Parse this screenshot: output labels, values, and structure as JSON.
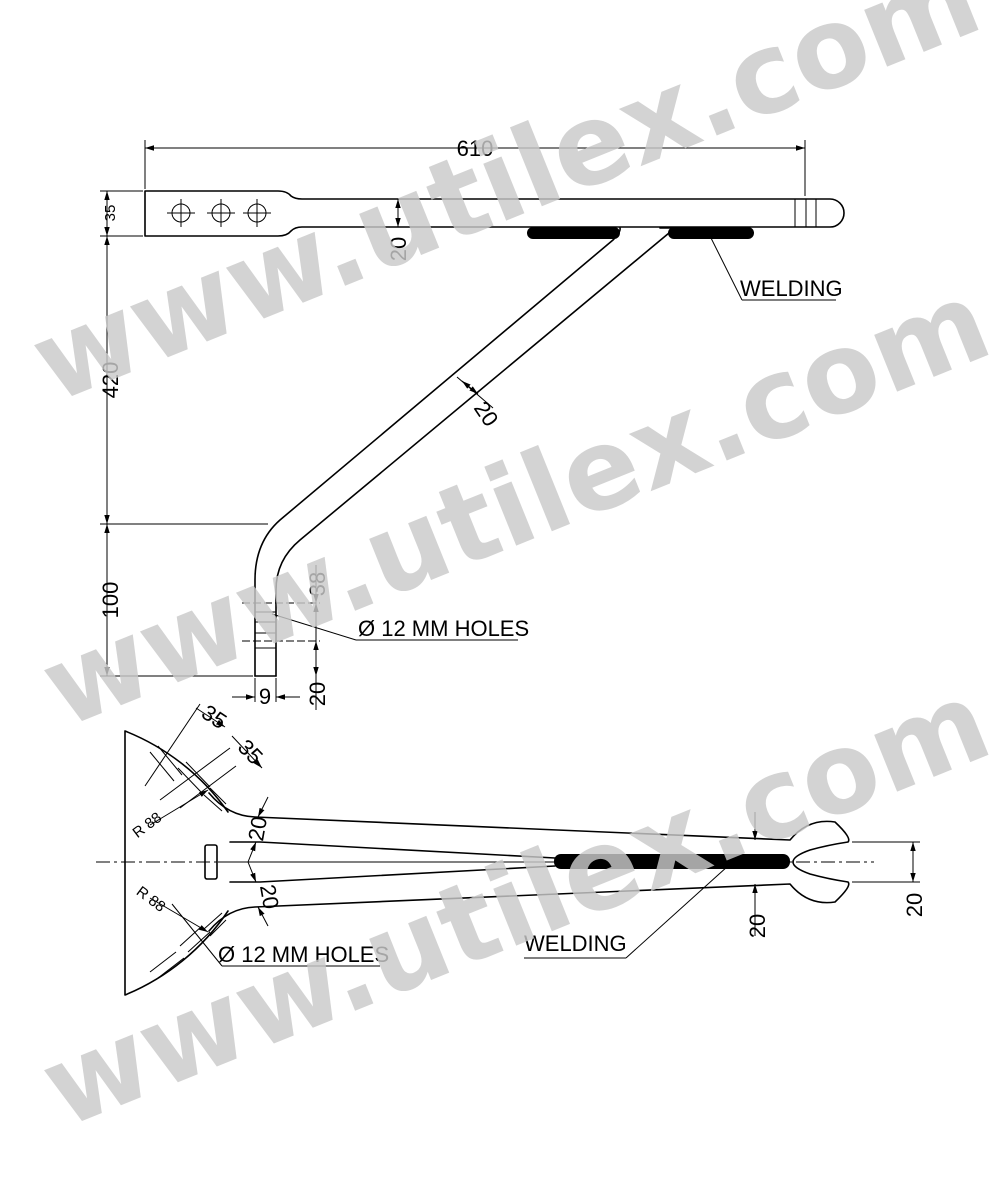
{
  "watermark": {
    "text": "www.utilex.com",
    "color": "#c9c9c9"
  },
  "side_view": {
    "dims": {
      "overall_length": "610",
      "flat_height": "35",
      "flat_thickness": "20",
      "drop_height": "420",
      "strut_thickness": "20",
      "foot_height": "100",
      "hole_pitch": "38",
      "foot_hole_offset": "20",
      "foot_width": "9"
    },
    "callouts": {
      "welding": "WELDING",
      "holes": "Ø 12 MM HOLES"
    }
  },
  "plan_view": {
    "dims": {
      "arc_hole_spacing_1": "35",
      "arc_hole_spacing_2": "35",
      "radius_upper": "R 88",
      "radius_lower": "R 88",
      "arm_width_upper": "20",
      "arm_width_lower": "20",
      "tip_thickness": "20",
      "fork_opening": "20"
    },
    "callouts": {
      "welding": "WELDING",
      "holes": "Ø 12 MM HOLES"
    }
  }
}
